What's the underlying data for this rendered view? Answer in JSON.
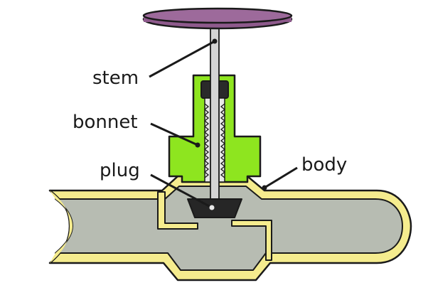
{
  "labels": {
    "stem": "stem",
    "bonnet": "bonnet",
    "plug": "plug",
    "body": "body"
  },
  "colors": {
    "handwheel": "#8e5a8c",
    "bonnet": "#8ee51f",
    "body": "#f5ec8e",
    "fluid": "#b7bcb2",
    "stem": "#d4d4d4",
    "plug": "#262626",
    "outline": "#1a1a1a"
  }
}
